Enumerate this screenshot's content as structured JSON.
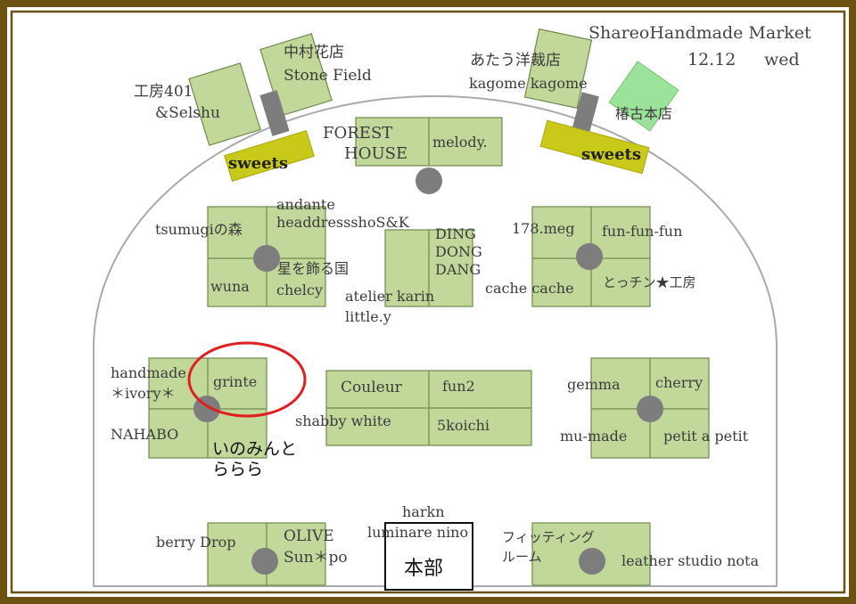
{
  "header": {
    "title": "ShareoHandmade Market",
    "date": "12.12",
    "weekday": "wed"
  },
  "colors": {
    "frame": "#6b5210",
    "booth": "#c2d89a",
    "booth_border": "#6f8a4c",
    "pillar": "#7d7d7d",
    "sweets": "#c9c91a",
    "tsubaki": "#9be39b",
    "circle": "#e02020",
    "arc": "#aaaaaa"
  },
  "shops": {
    "kobo401": "工房401",
    "selshu": "&Selshu",
    "nakamura": "中村花店",
    "stone_field": "Stone Field",
    "atau": "あたう洋裁店",
    "kagome": "kagome kagome",
    "tsubaki": "椿古本店",
    "sweets_left": "sweets",
    "sweets_right": "sweets",
    "forest": "FOREST",
    "house": "HOUSE",
    "melody": "melody.",
    "andante": "andante",
    "headdress": "headdressshoS&K",
    "tsumugi": "tsumugiの森",
    "hoshi": "星を飾る国",
    "wuna": "wuna",
    "chelcy": "chelcy",
    "ding": "DING",
    "dong": "DONG",
    "dang": "DANG",
    "atelier_karin": "atelier karin",
    "little_y": "little.y",
    "meg": "178.meg",
    "funfunfun": "fun-fun-fun",
    "cache": "cache cache",
    "tocchin": "とっチン★工房",
    "handmade": "handmade",
    "ivory": "＊ivory＊",
    "grinte": "grinte",
    "nahabo": "NAHABO",
    "inomin1": "いのみんと",
    "inomin2": "ららら",
    "couleur": "Couleur",
    "fun2": "fun2",
    "shabby": "shabby white",
    "koichi": "5koichi",
    "gemma": "gemma",
    "cherry": "cherry",
    "mumade": "mu-made",
    "petit": "petit a petit",
    "berry": "berry Drop",
    "olive": "OLIVE",
    "sunpo": "Sun＊po",
    "harkn": "harkn",
    "luminare": "luminare nino",
    "honbu": "本部",
    "fitting1": "フィッティング",
    "fitting2": "ルーム",
    "leather": "leather studio nota"
  }
}
